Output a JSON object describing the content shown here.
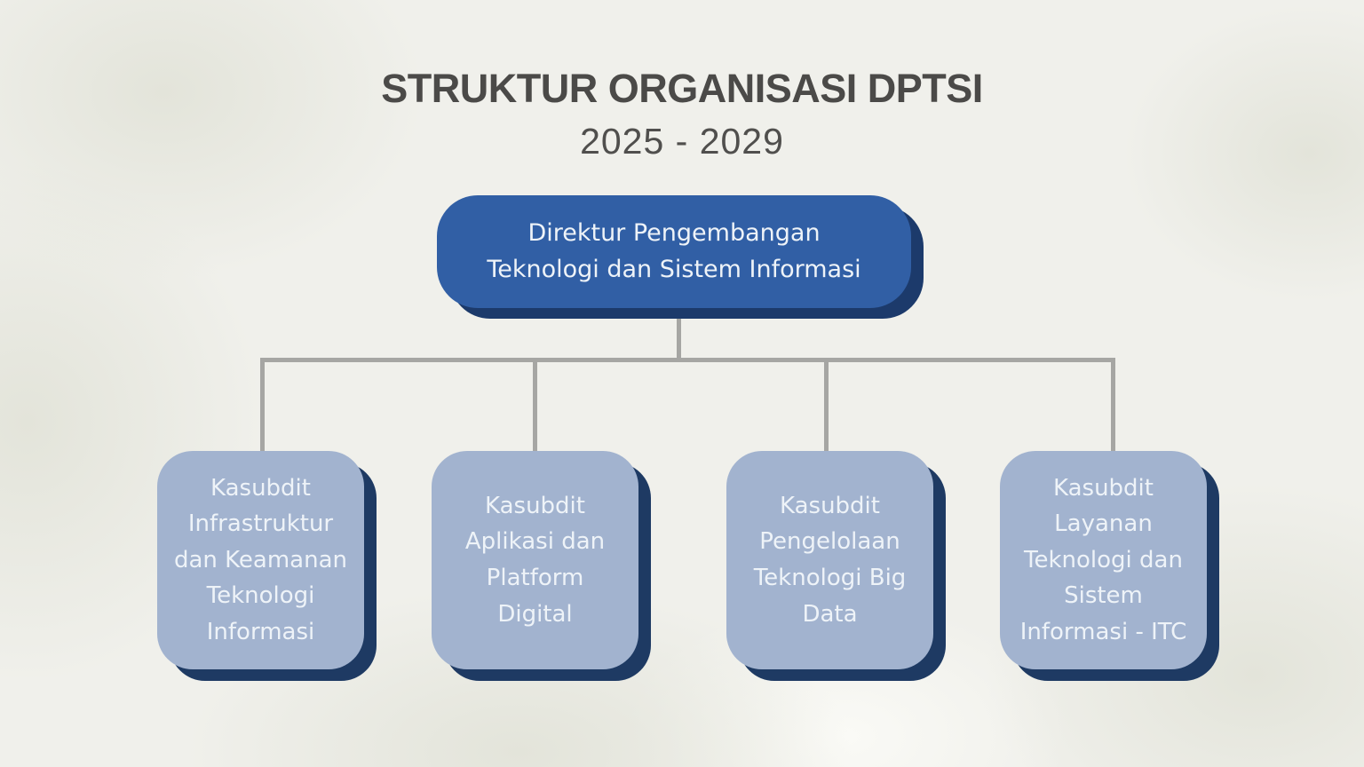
{
  "title": "STRUKTUR ORGANISASI DPTSI",
  "subtitle": "2025 - 2029",
  "org": {
    "root": {
      "label": "Direktur Pengembangan\nTeknologi dan Sistem Informasi"
    },
    "children": [
      {
        "label": "Kasubdit\nInfrastruktur\ndan Keamanan\nTeknologi\nInformasi"
      },
      {
        "label": "Kasubdit\nAplikasi dan\nPlatform\nDigital"
      },
      {
        "label": "Kasubdit\nPengelolaan\nTeknologi Big\nData"
      },
      {
        "label": "Kasubdit\nLayanan\nTeknologi dan\nSistem\nInformasi - ITC"
      }
    ]
  },
  "colors": {
    "background": "#f0f0eb",
    "wash_blob": "#e3e4da",
    "wash_light": "#fafaf6",
    "root_box_fill": "#315fa5",
    "root_box_shadow": "#1c3a6b",
    "child_box_fill": "#a2b3cf",
    "child_box_shadow": "#1e3a63",
    "connector": "#a6a6a3",
    "title_text": "#4b4a48",
    "subtitle_text": "#504f4d",
    "box_text": "#eef3f8"
  }
}
